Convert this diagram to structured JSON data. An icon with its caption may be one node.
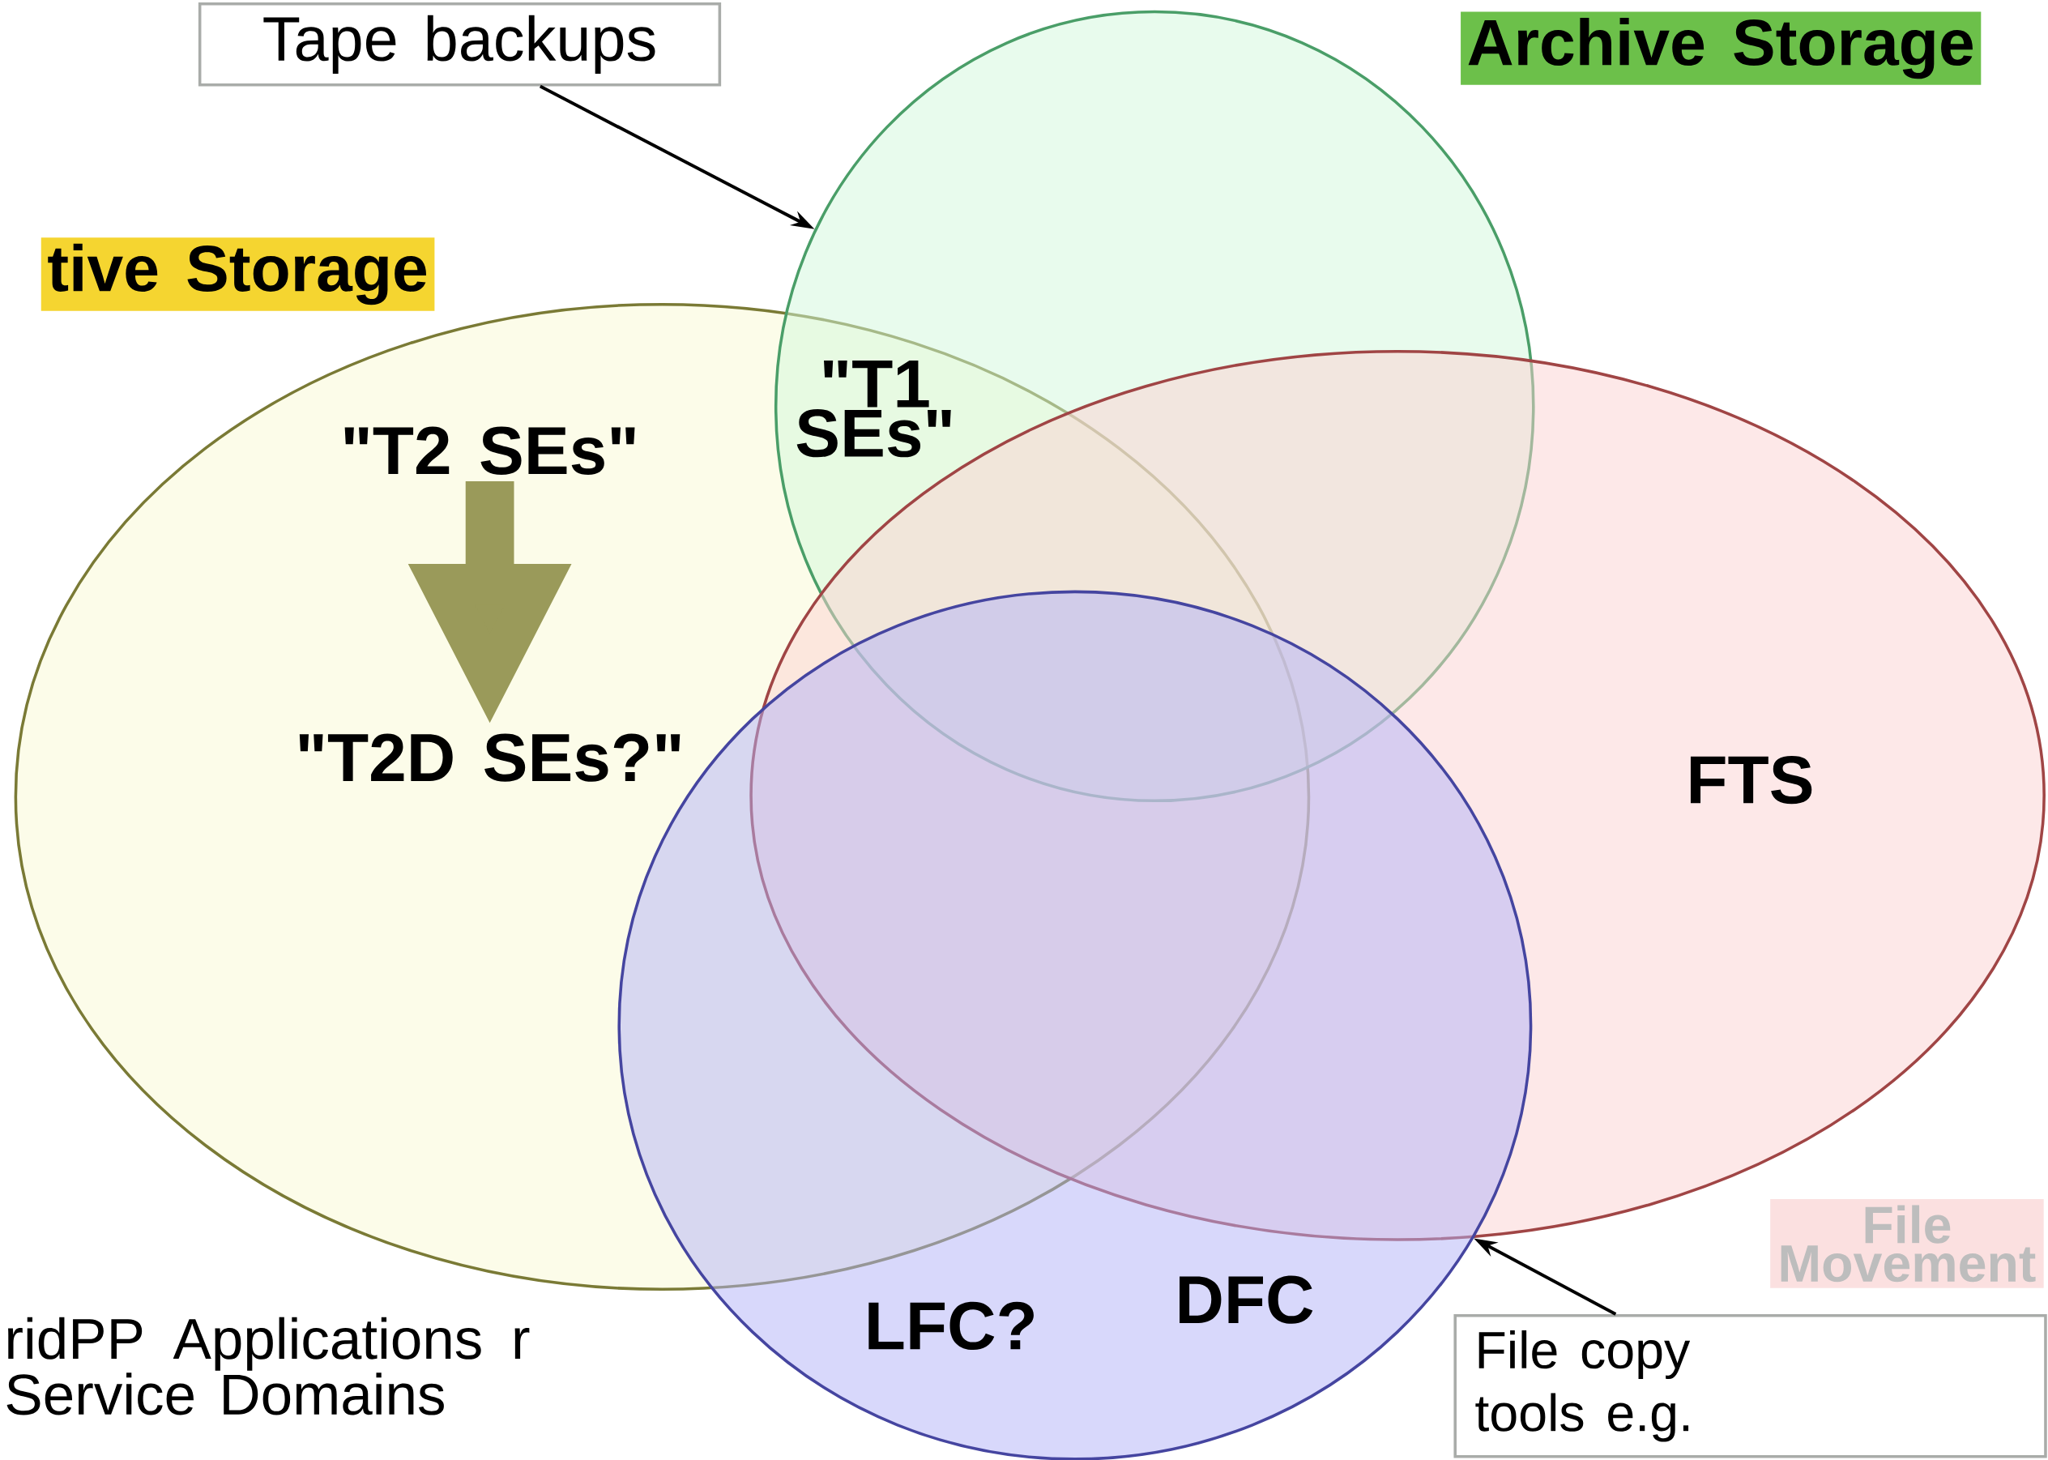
{
  "diagram": {
    "nodes": [
      {
        "text": [
          "tive Storage"
        ]
      },
      {
        "text": [
          "\"T2 SEs\""
        ],
        "in": 0
      },
      {
        "text": [
          "\"T2D SEs?\""
        ],
        "in": 0
      },
      {
        "text": [
          "Archive Storage",
          "\"T1 SEs\""
        ]
      },
      {
        "text": [
          "FTS",
          "File Movement"
        ]
      },
      {
        "text": [
          "LFC?",
          "DFC"
        ]
      },
      {
        "text": [
          "Tape backups"
        ]
      },
      {
        "text": [
          "File copy tools e.g."
        ]
      }
    ],
    "edges": [
      {
        "from": 1,
        "to": 2,
        "arrow": "to",
        "style": "thick",
        "color": "#9a9a5a"
      },
      {
        "from": 6,
        "to": 3,
        "arrow": "to"
      },
      {
        "from": 7,
        "to": 5,
        "arrow": "to"
      }
    ],
    "labels": [
      "ridPP Applications r Service Domains"
    ]
  }
}
